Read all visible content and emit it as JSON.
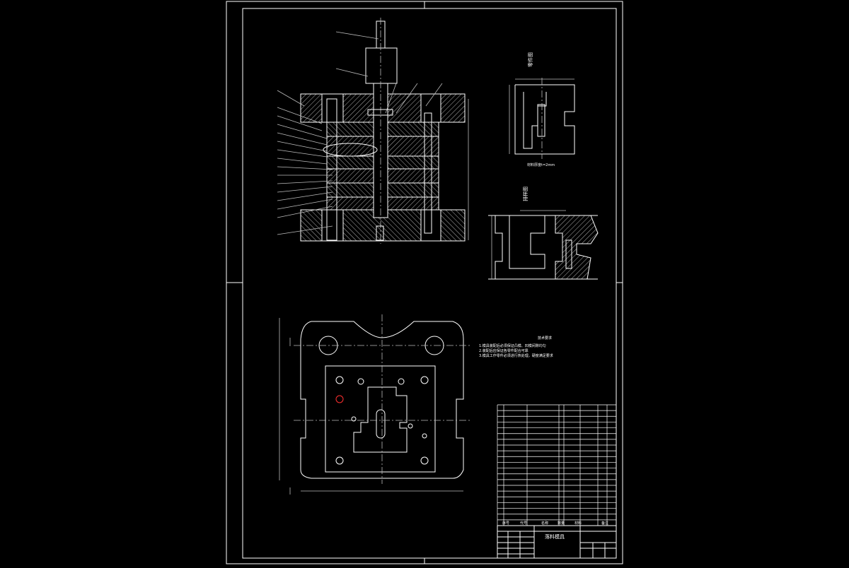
{
  "drawing": {
    "tech_req_title": "技术要求",
    "tech_req_lines": [
      "1.模具装配后必须保证凸模、凹模间隙均匀",
      "2.装配后应保证各零件配合可靠",
      "3.模具工作零件必须进行热处理，硬度满足要求"
    ],
    "part_view_title": "零件图",
    "part_thickness_note": "材料厚度t=2mm",
    "layout_view_title": "排样图",
    "title_block_name": "落料模具",
    "bom_header": [
      "序号",
      "代号",
      "名称",
      "数量",
      "材料",
      "备注"
    ]
  },
  "colors": {
    "background": "#000000",
    "line": "#ffffff",
    "accent_red": "#ff3030"
  }
}
